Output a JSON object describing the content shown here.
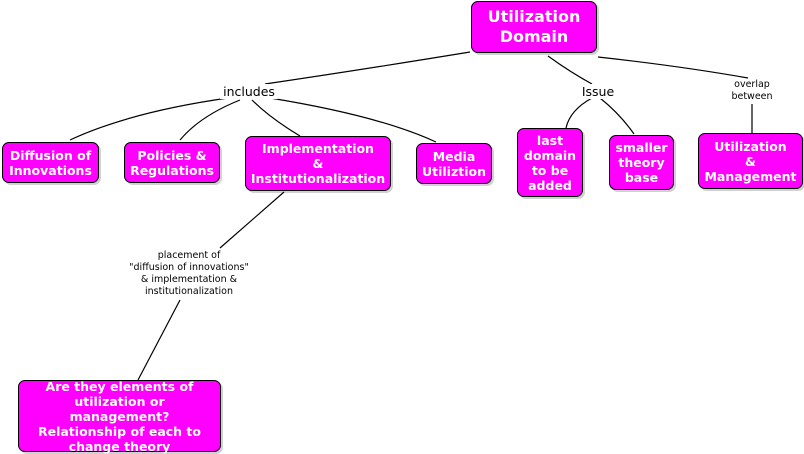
{
  "colors": {
    "node_fill": "#ff00ff",
    "node_text": "#ffffff",
    "line": "#000000",
    "background": "#ffffff"
  },
  "nodes": {
    "root": "Utilization\nDomain",
    "diffusion": "Diffusion of\nInnovations",
    "policies": "Policies &\nRegulations",
    "implementation": "Implementation\n&\nInstitutionalization",
    "media": "Media\nUtiliztion",
    "last_domain": "last\ndomain\nto be\nadded",
    "smaller_theory": "smaller\ntheory\nbase",
    "util_mgmt": "Utilization\n&\nManagement",
    "question": "Are they elements of\nutilization or management?\nRelationship of each to\nchange theory"
  },
  "links": {
    "includes": "includes",
    "issue": "Issue",
    "overlap": "overlap\nbetween",
    "placement": "placement of\n\"diffusion of innovations\"\n& implementation &\ninstitutionalization"
  }
}
